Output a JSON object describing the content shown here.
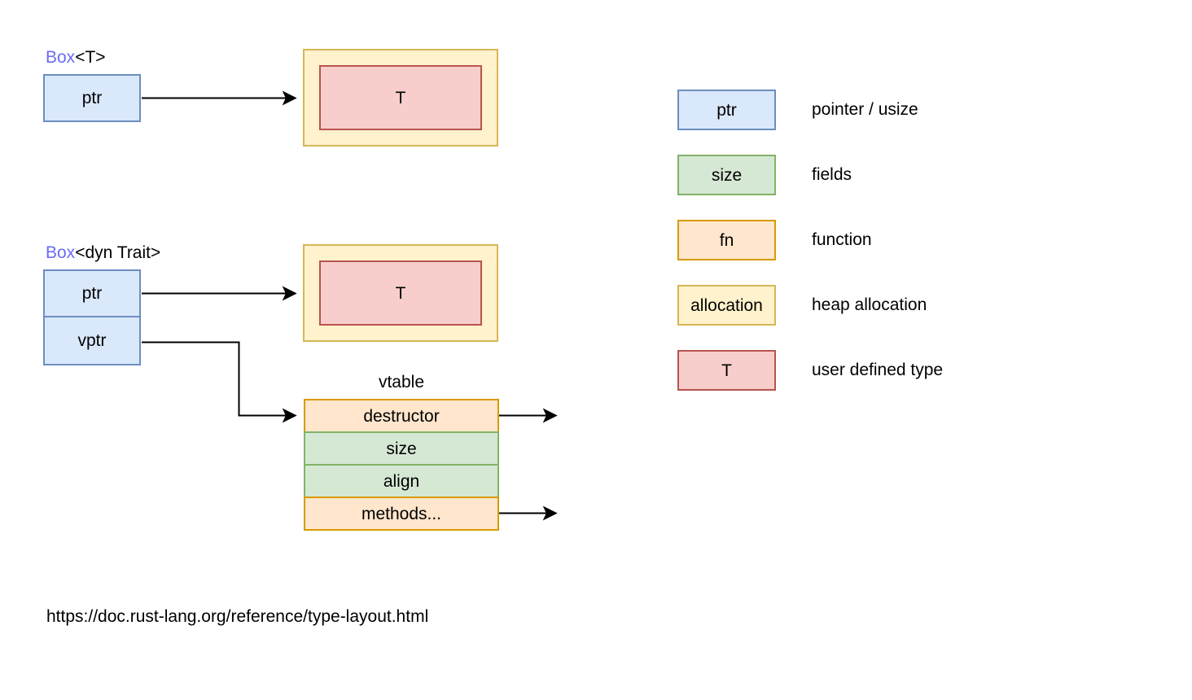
{
  "diagram": {
    "box_t": {
      "title_accent": "Box",
      "title_rest": "<T>",
      "ptr_label": "ptr",
      "t_label": "T"
    },
    "box_dyn": {
      "title_accent": "Box",
      "title_rest": "<dyn Trait>",
      "ptr_label": "ptr",
      "vptr_label": "vptr",
      "t_label": "T",
      "vtable_title": "vtable",
      "vtable_rows": [
        {
          "label": "destructor",
          "kind": "fn",
          "has_pointer_out": true
        },
        {
          "label": "size",
          "kind": "field",
          "has_pointer_out": false
        },
        {
          "label": "align",
          "kind": "field",
          "has_pointer_out": false
        },
        {
          "label": "methods...",
          "kind": "fn",
          "has_pointer_out": true
        }
      ]
    }
  },
  "legend": {
    "items": [
      {
        "box_label": "ptr",
        "color": "blue",
        "description": "pointer / usize"
      },
      {
        "box_label": "size",
        "color": "green",
        "description": "fields"
      },
      {
        "box_label": "fn",
        "color": "orange",
        "description": "function"
      },
      {
        "box_label": "allocation",
        "color": "yellow",
        "description": "heap allocation"
      },
      {
        "box_label": "T",
        "color": "red",
        "description": "user defined type"
      }
    ]
  },
  "footer": {
    "url": "https://doc.rust-lang.org/reference/type-layout.html"
  },
  "palette": {
    "accent_text": "#6b6bf5",
    "blue_fill": "#dae8fc",
    "blue_stroke": "#6c8ebf",
    "green_fill": "#d5e8d4",
    "green_stroke": "#82b366",
    "orange_fill": "#ffe6cc",
    "orange_stroke": "#d79b00",
    "yellow_fill": "#fff2cc",
    "yellow_stroke": "#d6b656",
    "red_fill": "#f8cecc",
    "red_stroke": "#b85450",
    "line": "#000000"
  }
}
